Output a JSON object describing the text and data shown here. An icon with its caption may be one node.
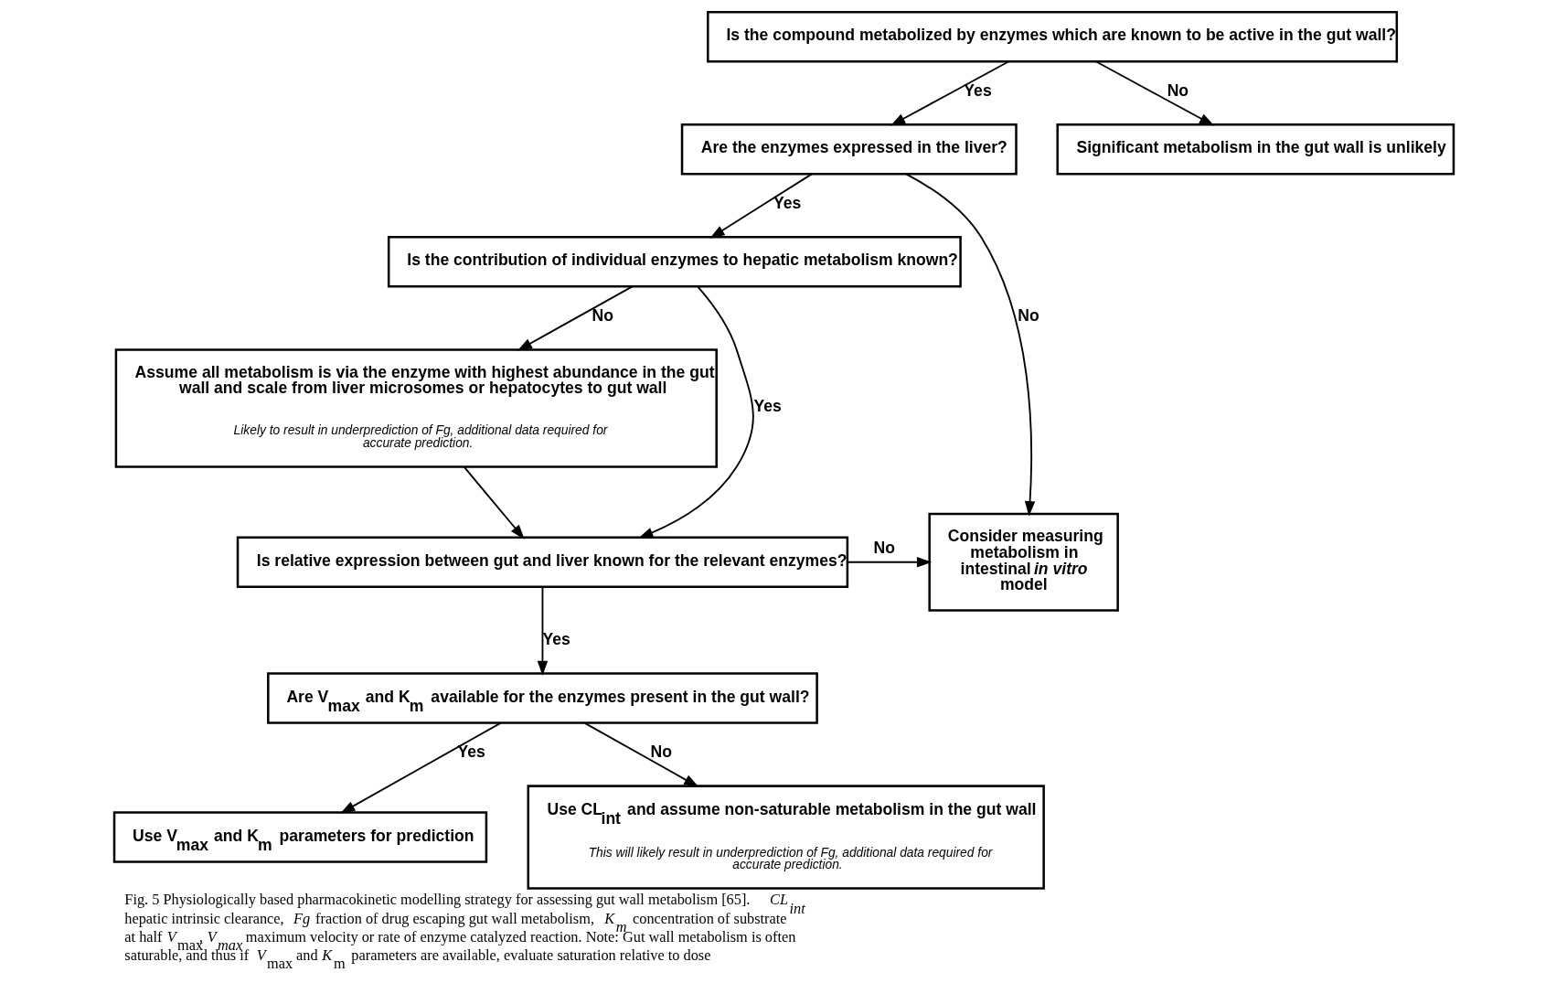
{
  "diagram": {
    "caption": "Fig. 5 Physiologically based pharmacokinetic modelling strategy for assessing gut wall metabolism [65]. *CL$_{int}$* hepatic intrinsic clearance, *Fg* fraction of drug escaping gut wall metabolism, *K$_{m}$* concentration of substrate at half *V*$_{max}$, *V$_{max}$* maximum velocity or rate of enzyme catalyzed reaction. Note: Gut wall metabolism is often saturable, and thus if *V*$_{max}$ and *K*$_{m}$ parameters are available, evaluate saturation relative to dose",
    "nodes": [
      {
        "text": [
          "Is the compound metabolized by enzymes which are known to be active in the gut wall?"
        ]
      },
      {
        "text": [
          "Are the enzymes expressed in the liver?"
        ]
      },
      {
        "text": [
          "Significant metabolism in the gut wall is unlikely"
        ]
      },
      {
        "text": [
          "Is the contribution of individual enzymes to hepatic metabolism known?"
        ]
      },
      {
        "text": [
          "Assume all metabolism is via the enzyme with highest abundance in the gut wall and scale from liver microsomes or hepatocytes to gut wall",
          "Likely to result in underprediction of Fg, additional data required for accurate prediction."
        ]
      },
      {
        "text": [
          "Is relative expression between gut and liver known for the relevant enzymes?"
        ]
      },
      {
        "text": [
          "Consider measuring metabolism in intestinal *in vitro* model"
        ]
      },
      {
        "text": [
          "Are V$_{max}$ and K$_{m}$ available for the enzymes present in the gut wall?"
        ]
      },
      {
        "text": [
          "Use V$_{max}$ and K$_{m}$ parameters for prediction"
        ]
      },
      {
        "text": [
          "Use CL$_{int}$ and assume non-saturable metabolism in the gut wall",
          "This will likely result in underprediction of Fg, additional data required for accurate prediction."
        ]
      }
    ],
    "edges": [
      {
        "from": 0,
        "to": 1,
        "arrow": "to",
        "label": "Yes"
      },
      {
        "from": 0,
        "to": 2,
        "arrow": "to",
        "label": "No"
      },
      {
        "from": 1,
        "to": 3,
        "arrow": "to",
        "label": "Yes"
      },
      {
        "from": 1,
        "to": 6,
        "arrow": "to",
        "label": "No"
      },
      {
        "from": 3,
        "to": 4,
        "arrow": "to",
        "label": "No"
      },
      {
        "from": 3,
        "to": 5,
        "arrow": "to",
        "label": "Yes"
      },
      {
        "from": 4,
        "to": 5,
        "arrow": "to"
      },
      {
        "from": 5,
        "to": 6,
        "arrow": "to",
        "label": "No"
      },
      {
        "from": 5,
        "to": 7,
        "arrow": "to",
        "label": "Yes"
      },
      {
        "from": 7,
        "to": 8,
        "arrow": "to",
        "label": "Yes"
      },
      {
        "from": 7,
        "to": 9,
        "arrow": "to",
        "label": "No"
      }
    ]
  }
}
